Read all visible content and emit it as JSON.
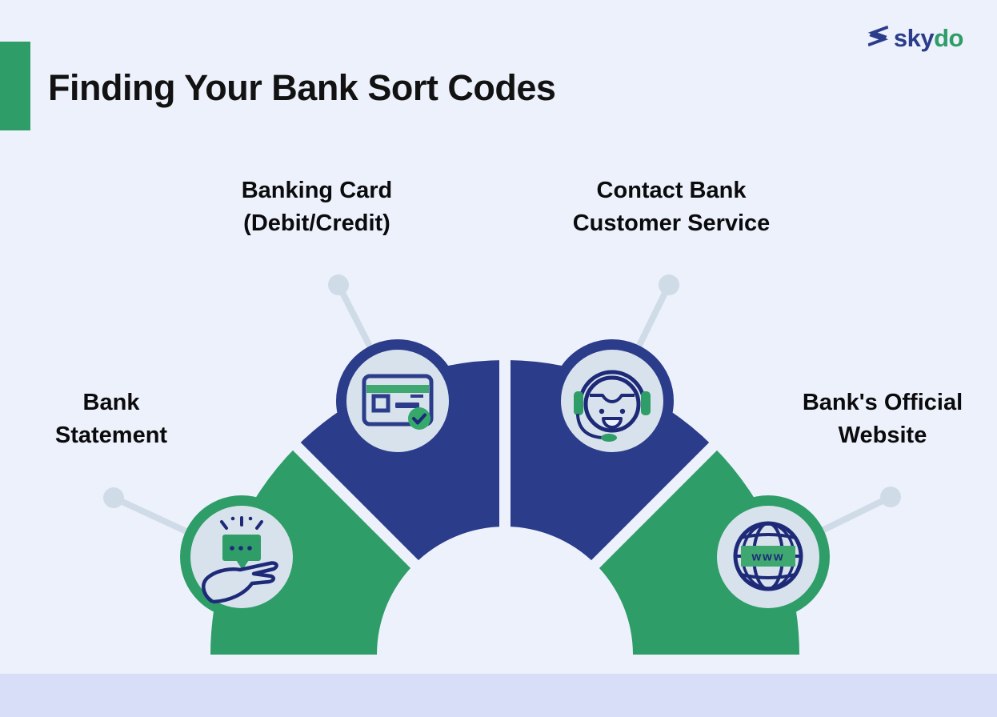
{
  "header": {
    "title": "Finding Your Bank Sort Codes"
  },
  "logo": {
    "brand_prefix": "sky",
    "brand_suffix": "do",
    "prefix_color": "#2B3C8A",
    "suffix_color": "#2E9D68"
  },
  "diagram": {
    "type": "semicircle-fan",
    "colors": {
      "navy": "#2B3C8A",
      "green": "#2E9D68",
      "badge_fill": "#D8E2EC",
      "connector": "#CFDCE8",
      "background": "#EDF1FB",
      "footer_strip": "#D8DEF8"
    },
    "globe_band_text": "www",
    "items": [
      {
        "id": "bank-statement",
        "label": "Bank Statement",
        "label_lines": [
          "Bank",
          "Statement"
        ],
        "segment_color": "#2E9D68",
        "icon": "speech-bubble-hand-icon",
        "position": "outer-left"
      },
      {
        "id": "banking-card",
        "label": "Banking Card (Debit/Credit)",
        "label_lines": [
          "Banking Card",
          "(Debit/Credit)"
        ],
        "segment_color": "#2B3C8A",
        "icon": "credit-card-check-icon",
        "position": "upper-left"
      },
      {
        "id": "contact-bank-customer-service",
        "label": "Contact Bank Customer Service",
        "label_lines": [
          "Contact Bank",
          "Customer Service"
        ],
        "segment_color": "#2B3C8A",
        "icon": "headset-agent-icon",
        "position": "upper-right"
      },
      {
        "id": "banks-official-website",
        "label": "Bank's Official Website",
        "label_lines": [
          "Bank's Official",
          "Website"
        ],
        "segment_color": "#2E9D68",
        "icon": "globe-www-icon",
        "position": "outer-right"
      }
    ]
  }
}
